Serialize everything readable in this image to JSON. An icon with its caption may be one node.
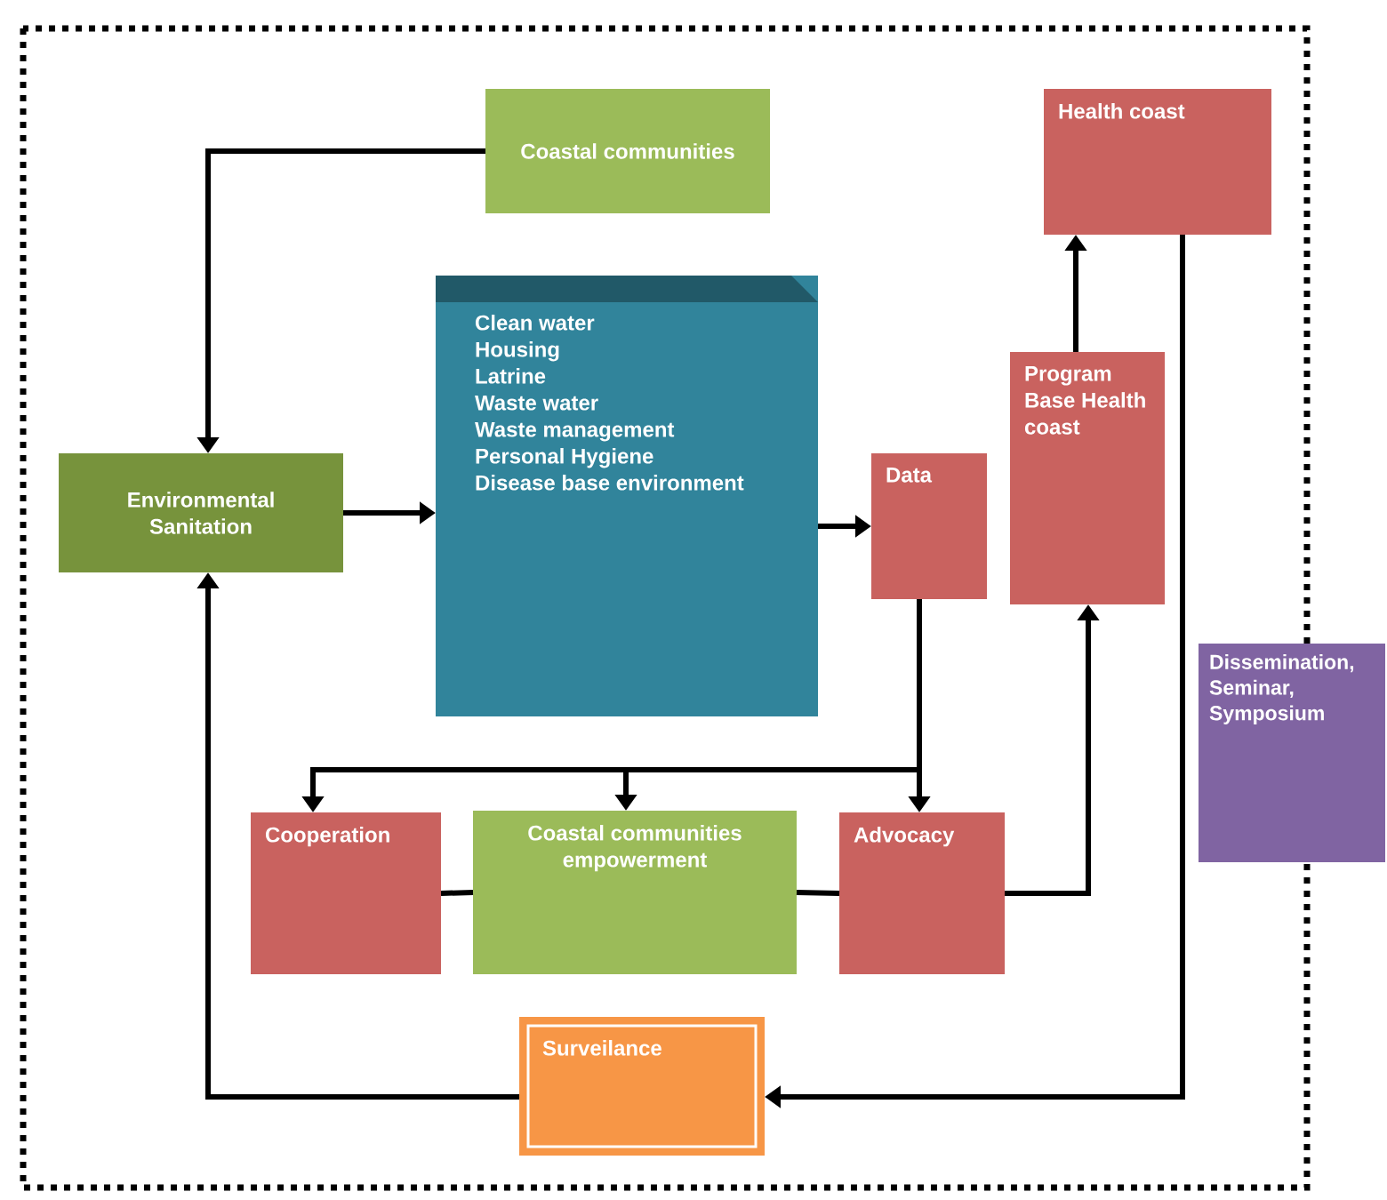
{
  "diagram": {
    "nodes": [
      {
        "text": [
          "Coastal communities"
        ]
      },
      {
        "text": [
          "Health coast"
        ]
      },
      {
        "text": [
          "Environmental Sanitation"
        ]
      },
      {
        "text": [
          "Clean water",
          "Housing",
          "Latrine",
          "Waste water",
          "Waste management",
          "Personal Hygiene",
          "Disease base environment"
        ]
      },
      {
        "text": [
          "Data"
        ]
      },
      {
        "text": [
          "Program Base Health coast"
        ]
      },
      {
        "text": [
          "Dissemination, Seminar, Symposium"
        ]
      },
      {
        "text": [
          "Cooperation"
        ]
      },
      {
        "text": [
          "Coastal communities empowerment"
        ]
      },
      {
        "text": [
          "Advocacy"
        ]
      },
      {
        "text": [
          "Surveilance"
        ]
      }
    ],
    "edges": [
      {
        "from": 0,
        "to": 2,
        "arrow": "to"
      },
      {
        "from": 2,
        "to": 3,
        "arrow": "to"
      },
      {
        "from": 3,
        "to": 4,
        "arrow": "to"
      },
      {
        "from": 5,
        "to": 1,
        "arrow": "to"
      },
      {
        "from": 4,
        "to": 7,
        "arrow": "to"
      },
      {
        "from": 4,
        "to": 8,
        "arrow": "to"
      },
      {
        "from": 4,
        "to": 9,
        "arrow": "to"
      },
      {
        "from": 7,
        "to": 8,
        "arrow": "none"
      },
      {
        "from": 8,
        "to": 9,
        "arrow": "none"
      },
      {
        "from": 9,
        "to": 5,
        "arrow": "to"
      },
      {
        "from": 1,
        "to": 10,
        "arrow": "to"
      },
      {
        "from": 10,
        "to": 2,
        "arrow": "to"
      }
    ]
  }
}
